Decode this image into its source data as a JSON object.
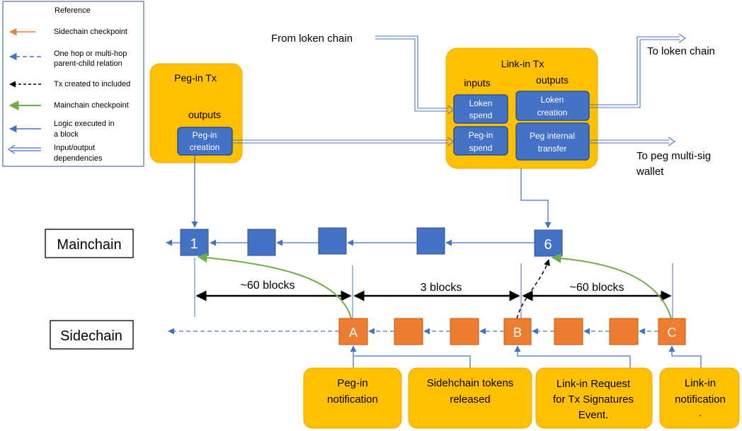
{
  "reference": {
    "title": "Reference",
    "items": [
      {
        "label_lines": [
          "Sidechain checkpoint"
        ],
        "color": "#ED7D31",
        "style": "arrow-solid"
      },
      {
        "label_lines": [
          "One hop or multi-hop",
          "parent-child relation"
        ],
        "color": "#4472C4",
        "style": "arrow-dashed"
      },
      {
        "label_lines": [
          "Tx created to included"
        ],
        "color": "#000000",
        "style": "arrow-dashed"
      },
      {
        "label_lines": [
          "Mainchain checkpoint"
        ],
        "color": "#70AD47",
        "style": "arrow-solid"
      },
      {
        "label_lines": [
          "Logic executed  in",
          "a block"
        ],
        "color": "#4472C4",
        "style": "arrow-solid"
      },
      {
        "label_lines": [
          "Input/output",
          "dependencies"
        ],
        "color": "#4472C4",
        "style": "arrow-double"
      }
    ]
  },
  "pegin_tx": {
    "title": "Peg-in Tx",
    "outputs_label": "outputs",
    "creation_lines": [
      "Peg-in",
      "creation"
    ]
  },
  "linkin_tx": {
    "title": "Link-in Tx",
    "inputs_label": "inputs",
    "outputs_label": "outputs",
    "loken_spend": [
      "Loken",
      "spend"
    ],
    "pegin_spend": [
      "Peg-in",
      "spend"
    ],
    "loken_creation": [
      "Loken",
      "creation"
    ],
    "peg_internal_transfer": [
      "Peg internal",
      "transfer"
    ]
  },
  "external": {
    "from_loken": "From loken chain",
    "to_loken": "To loken chain",
    "to_peg_lines": [
      "To peg multi-sig",
      "wallet"
    ]
  },
  "chains": {
    "mainchain_label": "Mainchain",
    "sidechain_label": "Sidechain",
    "main_block_first": "1",
    "main_block_last": "6",
    "side_block_a": "A",
    "side_block_b": "B",
    "side_block_c": "C"
  },
  "spans": {
    "span1": "~60 blocks",
    "span2": "3 blocks",
    "span3": "~60 blocks"
  },
  "events": [
    {
      "lines": [
        "Peg-in",
        "notification"
      ]
    },
    {
      "lines": [
        "Sidehchain tokens",
        "released"
      ]
    },
    {
      "lines": [
        "Link-in Request",
        "for Tx Signatures",
        "Event."
      ]
    },
    {
      "lines": [
        "Link-in",
        "notification",
        "."
      ]
    }
  ],
  "colors": {
    "orange_box": "#FFC000",
    "orange_border": "#F0A800",
    "blue_block": "#4472C4",
    "blue_border": "#2F528F",
    "side_block": "#ED7D31",
    "green": "#70AD47"
  }
}
